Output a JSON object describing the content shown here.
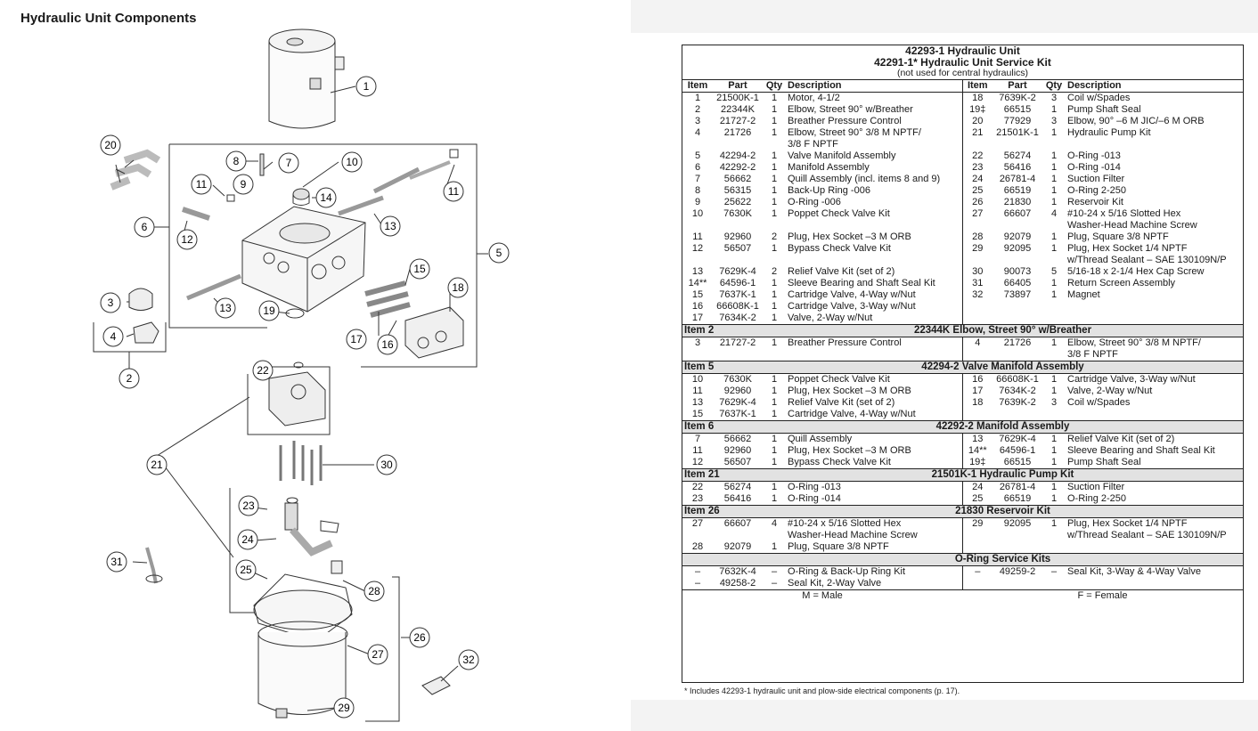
{
  "page_title": "Hydraulic Unit Components",
  "callouts": [
    "1",
    "2",
    "3",
    "4",
    "5",
    "6",
    "7",
    "8",
    "9",
    "10",
    "11",
    "11",
    "12",
    "13",
    "13",
    "14",
    "15",
    "16",
    "17",
    "18",
    "19",
    "20",
    "21",
    "22",
    "23",
    "24",
    "25",
    "26",
    "27",
    "28",
    "29",
    "30",
    "31",
    "32"
  ],
  "table": {
    "title1": "42293-1 Hydraulic Unit",
    "title2": "42291-1* Hydraulic Unit Service Kit",
    "subtitle": "(not used for central hydraulics)",
    "col_item": "Item",
    "col_part": "Part",
    "col_qty": "Qty",
    "col_desc": "Description",
    "main_left": [
      [
        "1",
        "21500K-1",
        "1",
        "Motor, 4-1/2"
      ],
      [
        "2",
        "22344K",
        "1",
        "Elbow, Street 90° w/Breather"
      ],
      [
        "3",
        "21727-2",
        "1",
        "Breather Pressure Control"
      ],
      [
        "4",
        "21726",
        "1",
        "Elbow, Street 90° 3/8 M NPTF/\n3/8 F NPTF"
      ],
      [
        "5",
        "42294-2",
        "1",
        "Valve Manifold Assembly"
      ],
      [
        "6",
        "42292-2",
        "1",
        "Manifold Assembly"
      ],
      [
        "7",
        "56662",
        "1",
        "Quill Assembly (incl. items 8 and 9)"
      ],
      [
        "8",
        "56315",
        "1",
        "Back-Up Ring -006"
      ],
      [
        "9",
        "25622",
        "1",
        "O-Ring -006"
      ],
      [
        "10",
        "7630K",
        "1",
        "Poppet Check Valve Kit"
      ],
      [
        "11",
        "92960",
        "2",
        "Plug, Hex Socket –3 M ORB"
      ],
      [
        "12",
        "56507",
        "1",
        "Bypass Check Valve Kit"
      ],
      [
        "13",
        "7629K-4",
        "2",
        "Relief Valve Kit (set of 2)"
      ],
      [
        "14**",
        "64596-1",
        "1",
        "Sleeve Bearing and Shaft Seal Kit"
      ],
      [
        "15",
        "7637K-1",
        "1",
        "Cartridge Valve, 4-Way w/Nut"
      ],
      [
        "16",
        "66608K-1",
        "1",
        "Cartridge Valve, 3-Way w/Nut"
      ],
      [
        "17",
        "7634K-2",
        "1",
        "Valve, 2-Way w/Nut"
      ]
    ],
    "main_right": [
      [
        "18",
        "7639K-2",
        "3",
        "Coil w/Spades"
      ],
      [
        "19‡",
        "66515",
        "1",
        "Pump Shaft Seal"
      ],
      [
        "20",
        "77929",
        "3",
        "Elbow, 90° –6 M JIC/–6 M ORB"
      ],
      [
        "21",
        "21501K-1",
        "1",
        "Hydraulic Pump Kit"
      ],
      [
        "22",
        "56274",
        "1",
        "O-Ring -013"
      ],
      [
        "23",
        "56416",
        "1",
        "O-Ring -014"
      ],
      [
        "24",
        "26781-4",
        "1",
        "Suction Filter"
      ],
      [
        "25",
        "66519",
        "1",
        "O-Ring 2-250"
      ],
      [
        "26",
        "21830",
        "1",
        "Reservoir Kit"
      ],
      [
        "27",
        "66607",
        "4",
        "#10-24 x 5/16 Slotted Hex\nWasher-Head Machine Screw"
      ],
      [
        "28",
        "92079",
        "1",
        "Plug, Square 3/8 NPTF"
      ],
      [
        "29",
        "92095",
        "1",
        "Plug, Hex Socket 1/4 NPTF\nw/Thread Sealant – SAE 130109N/P"
      ],
      [
        "30",
        "90073",
        "5",
        "5/16-18 x 2-1/4 Hex Cap Screw"
      ],
      [
        "31",
        "66405",
        "1",
        "Return Screen Assembly"
      ],
      [
        "32",
        "73897",
        "1",
        "Magnet"
      ]
    ],
    "sections": [
      {
        "item": "Item 2",
        "title": "22344K  Elbow, Street 90° w/Breather",
        "rows": [
          [
            [
              "3",
              "21727-2",
              "1",
              "Breather Pressure Control"
            ],
            [
              "4",
              "21726",
              "1",
              "Elbow, Street 90° 3/8 M NPTF/\n3/8 F NPTF"
            ]
          ]
        ]
      },
      {
        "item": "Item 5",
        "title": "42294-2  Valve Manifold Assembly",
        "rows": [
          [
            [
              "10",
              "7630K",
              "1",
              "Poppet Check Valve Kit"
            ],
            [
              "16",
              "66608K-1",
              "1",
              "Cartridge Valve, 3-Way w/Nut"
            ]
          ],
          [
            [
              "11",
              "92960",
              "1",
              "Plug, Hex Socket –3 M ORB"
            ],
            [
              "17",
              "7634K-2",
              "1",
              "Valve, 2-Way w/Nut"
            ]
          ],
          [
            [
              "13",
              "7629K-4",
              "1",
              "Relief Valve Kit (set of 2)"
            ],
            [
              "18",
              "7639K-2",
              "3",
              "Coil w/Spades"
            ]
          ],
          [
            [
              "15",
              "7637K-1",
              "1",
              "Cartridge Valve, 4-Way w/Nut"
            ],
            [
              "",
              "",
              "",
              ""
            ]
          ]
        ]
      },
      {
        "item": "Item 6",
        "title": "42292-2  Manifold Assembly",
        "rows": [
          [
            [
              "7",
              "56662",
              "1",
              "Quill Assembly"
            ],
            [
              "13",
              "7629K-4",
              "1",
              "Relief Valve Kit (set of 2)"
            ]
          ],
          [
            [
              "11",
              "92960",
              "1",
              "Plug, Hex Socket –3 M ORB"
            ],
            [
              "14**",
              "64596-1",
              "1",
              "Sleeve Bearing and Shaft Seal Kit"
            ]
          ],
          [
            [
              "12",
              "56507",
              "1",
              "Bypass Check Valve Kit"
            ],
            [
              "19‡",
              "66515",
              "1",
              "Pump Shaft Seal"
            ]
          ]
        ]
      },
      {
        "item": "Item 21",
        "title": "21501K-1  Hydraulic Pump Kit",
        "rows": [
          [
            [
              "22",
              "56274",
              "1",
              "O-Ring -013"
            ],
            [
              "24",
              "26781-4",
              "1",
              "Suction Filter"
            ]
          ],
          [
            [
              "23",
              "56416",
              "1",
              "O-Ring -014"
            ],
            [
              "25",
              "66519",
              "1",
              "O-Ring 2-250"
            ]
          ]
        ]
      },
      {
        "item": "Item 26",
        "title": "21830  Reservoir Kit",
        "rows": [
          [
            [
              "27",
              "66607",
              "4",
              "#10-24 x 5/16 Slotted Hex\nWasher-Head Machine Screw"
            ],
            [
              "29",
              "92095",
              "1",
              "Plug, Hex Socket 1/4 NPTF\nw/Thread Sealant – SAE 130109N/P"
            ]
          ],
          [
            [
              "28",
              "92079",
              "1",
              "Plug, Square 3/8 NPTF"
            ],
            [
              "",
              "",
              "",
              ""
            ]
          ]
        ]
      },
      {
        "item": "",
        "title": "O-Ring Service Kits",
        "rows": [
          [
            [
              "–",
              "7632K-4",
              "–",
              "O-Ring & Back-Up Ring Kit"
            ],
            [
              "–",
              "49259-2",
              "–",
              "Seal Kit, 3-Way & 4-Way Valve"
            ]
          ],
          [
            [
              "–",
              "49258-2",
              "–",
              "Seal Kit, 2-Way Valve"
            ],
            [
              "",
              "",
              "",
              ""
            ]
          ]
        ]
      }
    ],
    "legend_male": "M = Male",
    "legend_female": "F = Female",
    "footnote": "*   Includes 42293-1 hydraulic unit and plow-side electrical components (p. 17)."
  }
}
